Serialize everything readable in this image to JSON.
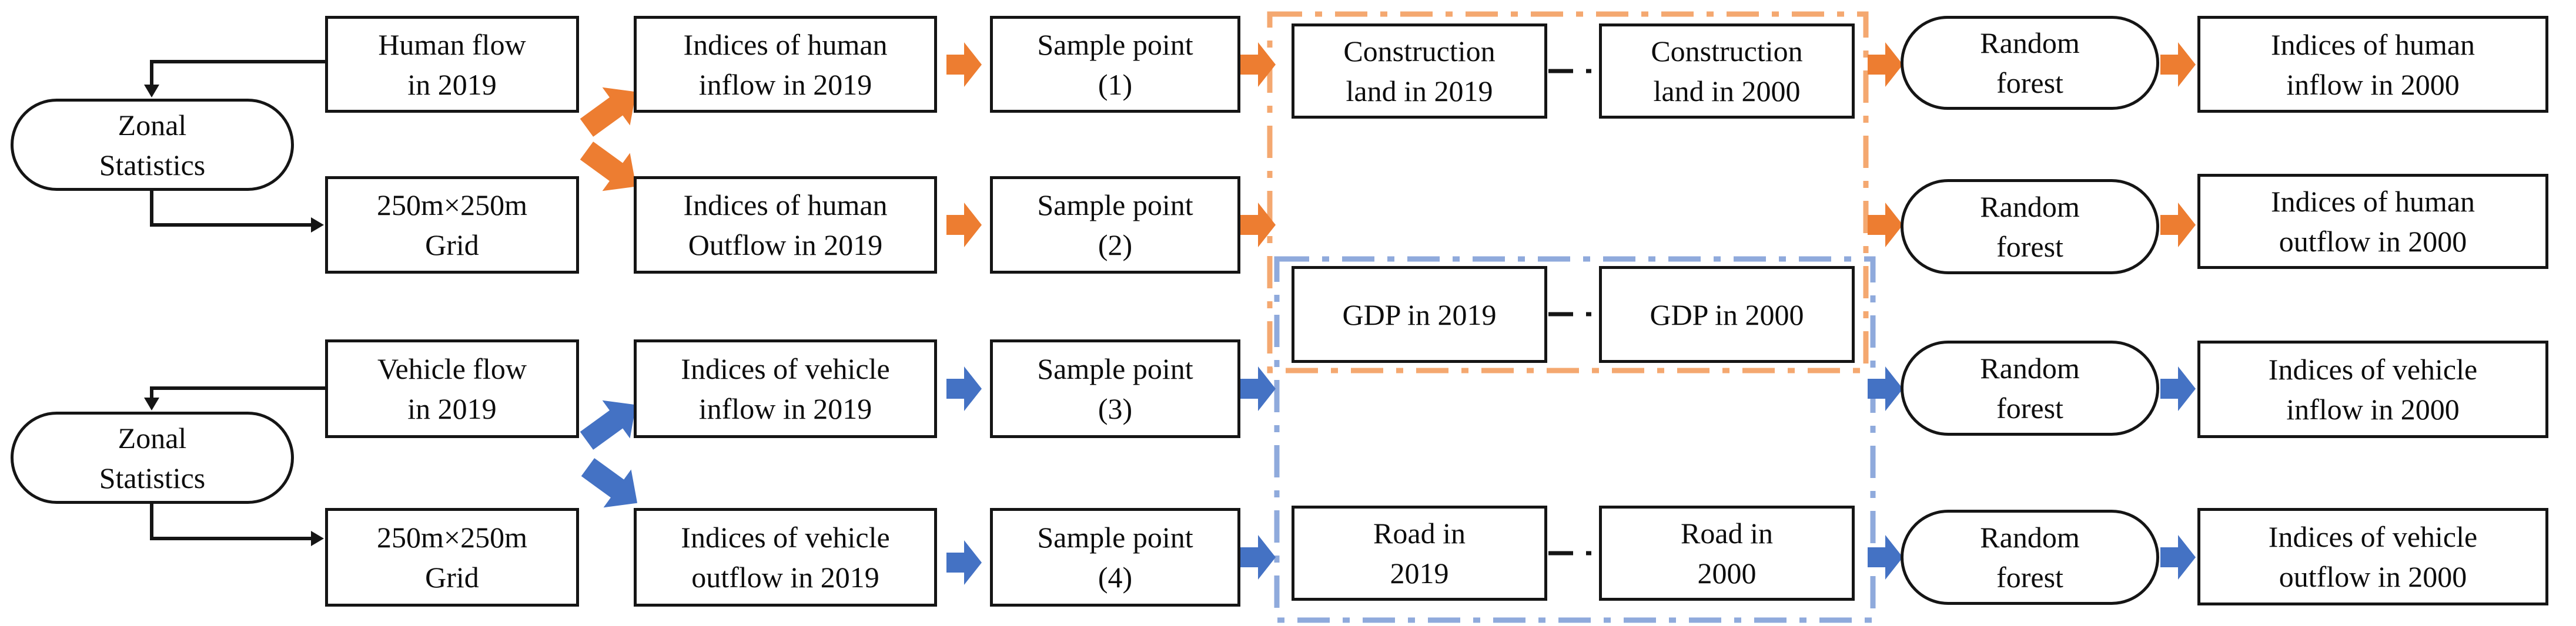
{
  "colors": {
    "human_accent": "#ED7D31",
    "human_light": "#F4A870",
    "vehicle_accent": "#4472C4",
    "vehicle_light": "#8FAADC",
    "connector": "#151515"
  },
  "process": {
    "zonal_statistics_top": "Zonal\nStatistics",
    "zonal_statistics_bottom": "Zonal\nStatistics",
    "random_forest": [
      "Random\nforest",
      "Random\nforest",
      "Random\nforest",
      "Random\nforest"
    ]
  },
  "inputs": [
    "Human flow\nin 2019",
    "250m×250m\nGrid",
    "Vehicle flow\nin 2019",
    "250m×250m\nGrid"
  ],
  "indices_2019": [
    "Indices of human\ninflow in 2019",
    "Indices of human\nOutflow in 2019",
    "Indices of vehicle\ninflow in 2019",
    "Indices of vehicle\noutflow in 2019"
  ],
  "sample_points": [
    "Sample point\n(1)",
    "Sample point\n(2)",
    "Sample point\n(3)",
    "Sample point\n(4)"
  ],
  "covariates": {
    "pairs": [
      {
        "left": "Construction\nland in 2019",
        "right": "Construction\nland in 2000"
      },
      {
        "left": "GDP in 2019",
        "right": "GDP in 2000"
      },
      {
        "left": "Road in\n2019",
        "right": "Road in\n2000"
      }
    ]
  },
  "outputs_2000": [
    "Indices of human\ninflow in 2000",
    "Indices of human\noutflow in 2000",
    "Indices of vehicle\ninflow in 2000",
    "Indices of vehicle\noutflow in 2000"
  ]
}
